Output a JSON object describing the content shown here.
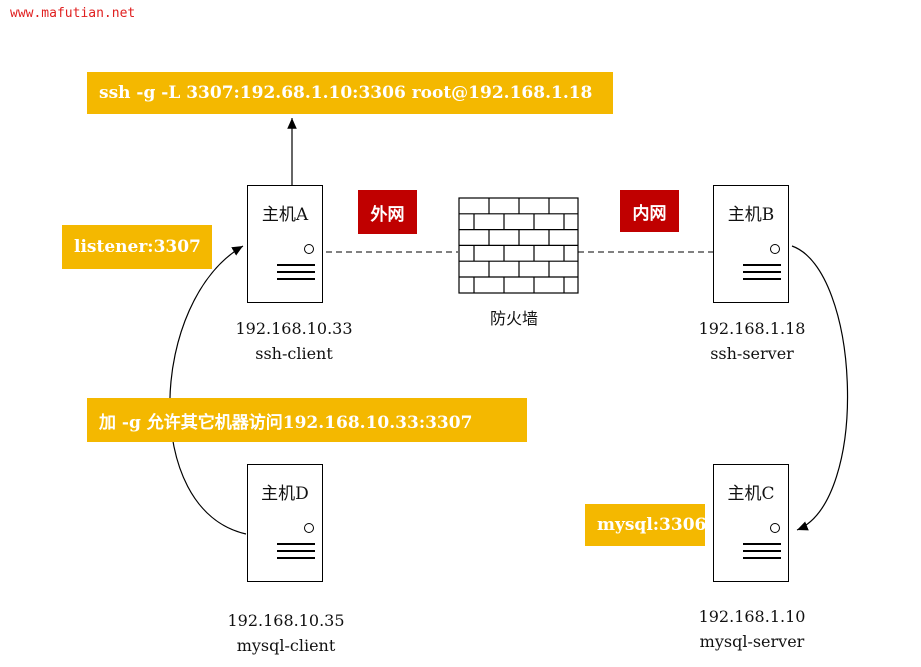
{
  "watermark": "www.mafutian.net",
  "command": "ssh -g -L 3307:192.68.1.10:3306 root@192.168.1.18",
  "listener": "listener:3307",
  "note": "加 -g 允许其它机器访问192.168.10.33:3307",
  "mysql_port": "mysql:3306",
  "zones": {
    "outer": "外网",
    "inner": "内网"
  },
  "firewall": "防火墙",
  "hosts": {
    "a": {
      "name": "主机A",
      "ip": "192.168.10.33",
      "role": "ssh-client"
    },
    "b": {
      "name": "主机B",
      "ip": "192.168.1.18",
      "role": "ssh-server"
    },
    "c": {
      "name": "主机C",
      "ip": "192.168.1.10",
      "role": "mysql-server"
    },
    "d": {
      "name": "主机D",
      "ip": "192.168.10.35",
      "role": "mysql-client"
    }
  },
  "colors": {
    "highlight": "#f4b800",
    "zone": "#c00000",
    "watermark": "#e02020"
  }
}
